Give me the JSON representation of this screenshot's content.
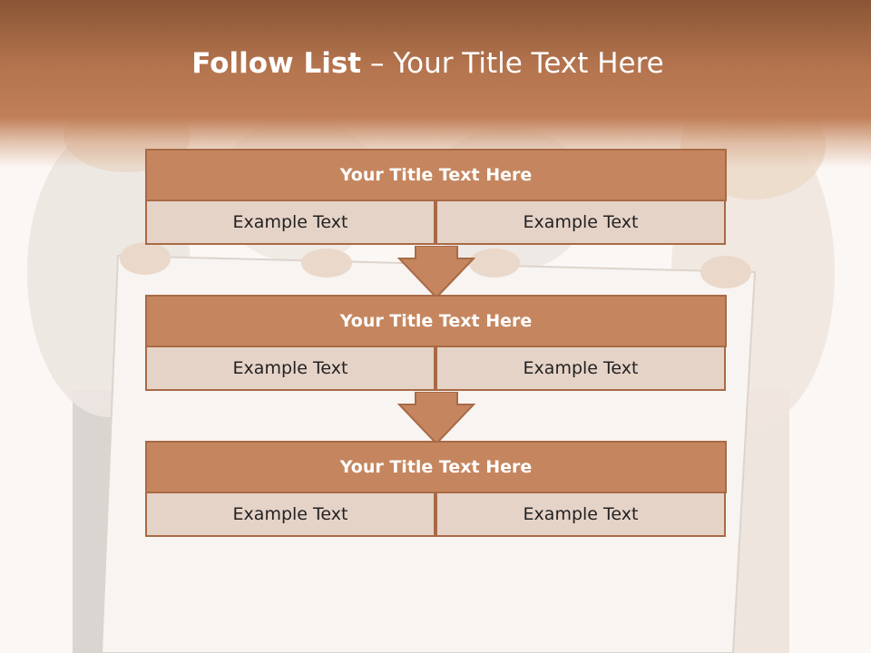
{
  "slide": {
    "title_bold": "Follow List",
    "title_rest": "– Your Title Text Here"
  },
  "steps": [
    {
      "title": "Your Title Text Here",
      "left": "Example Text",
      "right": "Example Text"
    },
    {
      "title": "Your Title Text Here",
      "left": "Example Text",
      "right": "Example Text"
    },
    {
      "title": "Your Title Text Here",
      "left": "Example Text",
      "right": "Example Text"
    }
  ],
  "colors": {
    "header": "#b4744e",
    "title_fill": "#c5865f",
    "cell_fill": "#e6d3c8",
    "border": "#a86a45",
    "arrow": "#c5865f"
  }
}
